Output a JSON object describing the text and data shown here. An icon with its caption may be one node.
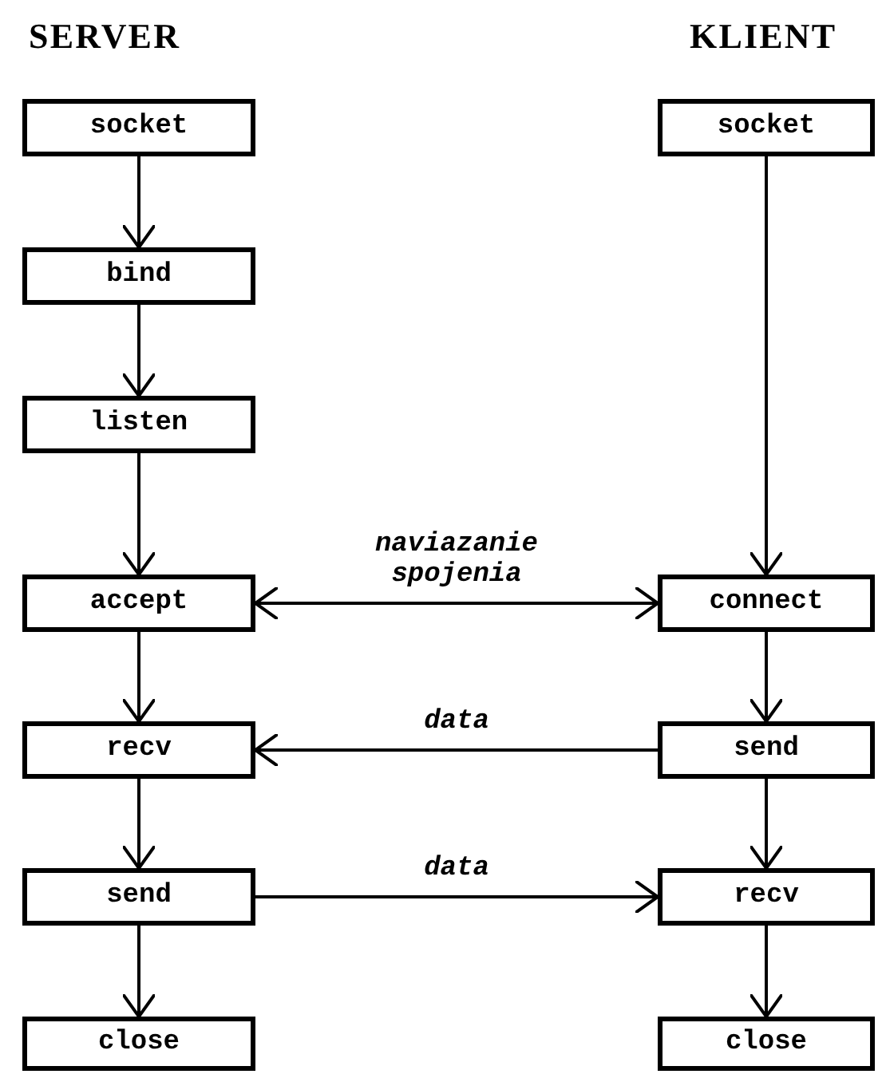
{
  "diagram": {
    "nodes": [
      {
        "text": [
          "socket"
        ]
      },
      {
        "text": [
          "socket"
        ]
      },
      {
        "text": [
          "bind"
        ]
      },
      {
        "text": [
          "listen"
        ]
      },
      {
        "text": [
          "accept"
        ]
      },
      {
        "text": [
          "connect"
        ]
      },
      {
        "text": [
          "recv"
        ]
      },
      {
        "text": [
          "send"
        ]
      },
      {
        "text": [
          "send"
        ]
      },
      {
        "text": [
          "recv"
        ]
      },
      {
        "text": [
          "close"
        ]
      },
      {
        "text": [
          "close"
        ]
      }
    ],
    "edges": [
      {
        "from": 0,
        "to": 2,
        "arrow": "to"
      },
      {
        "from": 2,
        "to": 3,
        "arrow": "to"
      },
      {
        "from": 3,
        "to": 4,
        "arrow": "to"
      },
      {
        "from": 4,
        "to": 6,
        "arrow": "to"
      },
      {
        "from": 6,
        "to": 8,
        "arrow": "to"
      },
      {
        "from": 8,
        "to": 10,
        "arrow": "to"
      },
      {
        "from": 1,
        "to": 5,
        "arrow": "to"
      },
      {
        "from": 5,
        "to": 7,
        "arrow": "to"
      },
      {
        "from": 7,
        "to": 9,
        "arrow": "to"
      },
      {
        "from": 9,
        "to": 11,
        "arrow": "to"
      },
      {
        "from": 4,
        "to": 5,
        "arrow": "both",
        "label": "naviazanie spojenia"
      },
      {
        "from": 7,
        "to": 6,
        "arrow": "to",
        "label": "data"
      },
      {
        "from": 8,
        "to": 9,
        "arrow": "to",
        "label": "data"
      }
    ],
    "labels": [
      "SERVER",
      "KLIENT"
    ]
  }
}
